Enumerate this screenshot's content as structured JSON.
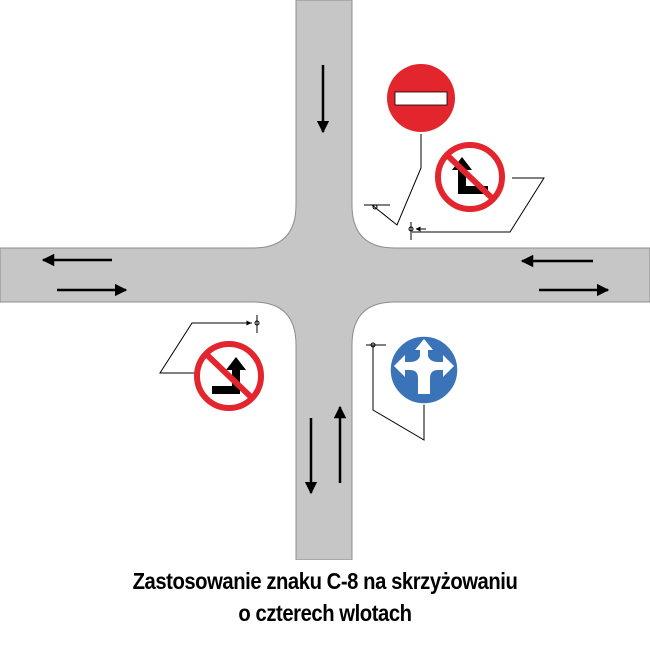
{
  "caption": {
    "line1": "Zastosowanie znaku C-8 na skrzyżowaniu",
    "line2": "o czterech wlotach"
  },
  "colors": {
    "road": "#c6c6c6",
    "road_edge": "#8c8c8c",
    "sign_red": "#e3262d",
    "sign_blue": "#3b73b9",
    "arrow": "#000000",
    "background": "#ffffff"
  },
  "signs": [
    {
      "id": "no-entry",
      "icon": "no-entry-sign"
    },
    {
      "id": "no-straight-left-ne",
      "icon": "prohibited-straight-or-left-sign"
    },
    {
      "id": "no-straight-right-sw",
      "icon": "prohibited-straight-or-right-sign"
    },
    {
      "id": "c8-straight-right-left",
      "icon": "mandatory-straight-left-right-sign"
    }
  ]
}
